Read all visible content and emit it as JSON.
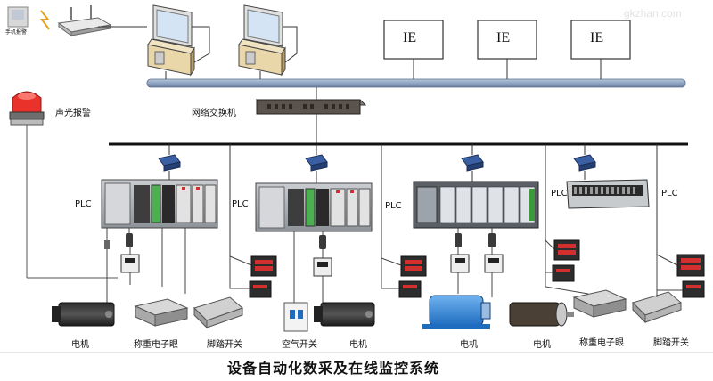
{
  "title": "设备自动化数采及在线监控系统",
  "watermark": "gkzhan.com",
  "mobile_alarm_label": "手机报警",
  "alarm_label": "声光报警",
  "switch_label": "网络交换机",
  "ie_labels": [
    "IE",
    "IE",
    "IE"
  ],
  "plc_labels": [
    "PLC",
    "PLC",
    "PLC",
    "PLC",
    "PLC"
  ],
  "devices": {
    "motor_1": "电机",
    "scale_1": "称重电子眼",
    "pedal_1": "脚踏开关",
    "air_switch": "空气开关",
    "motor_2": "电机",
    "motor_3": "电机",
    "motor_4": "电机",
    "scale_2": "称重电子眼",
    "pedal_2": "脚踏开关"
  }
}
